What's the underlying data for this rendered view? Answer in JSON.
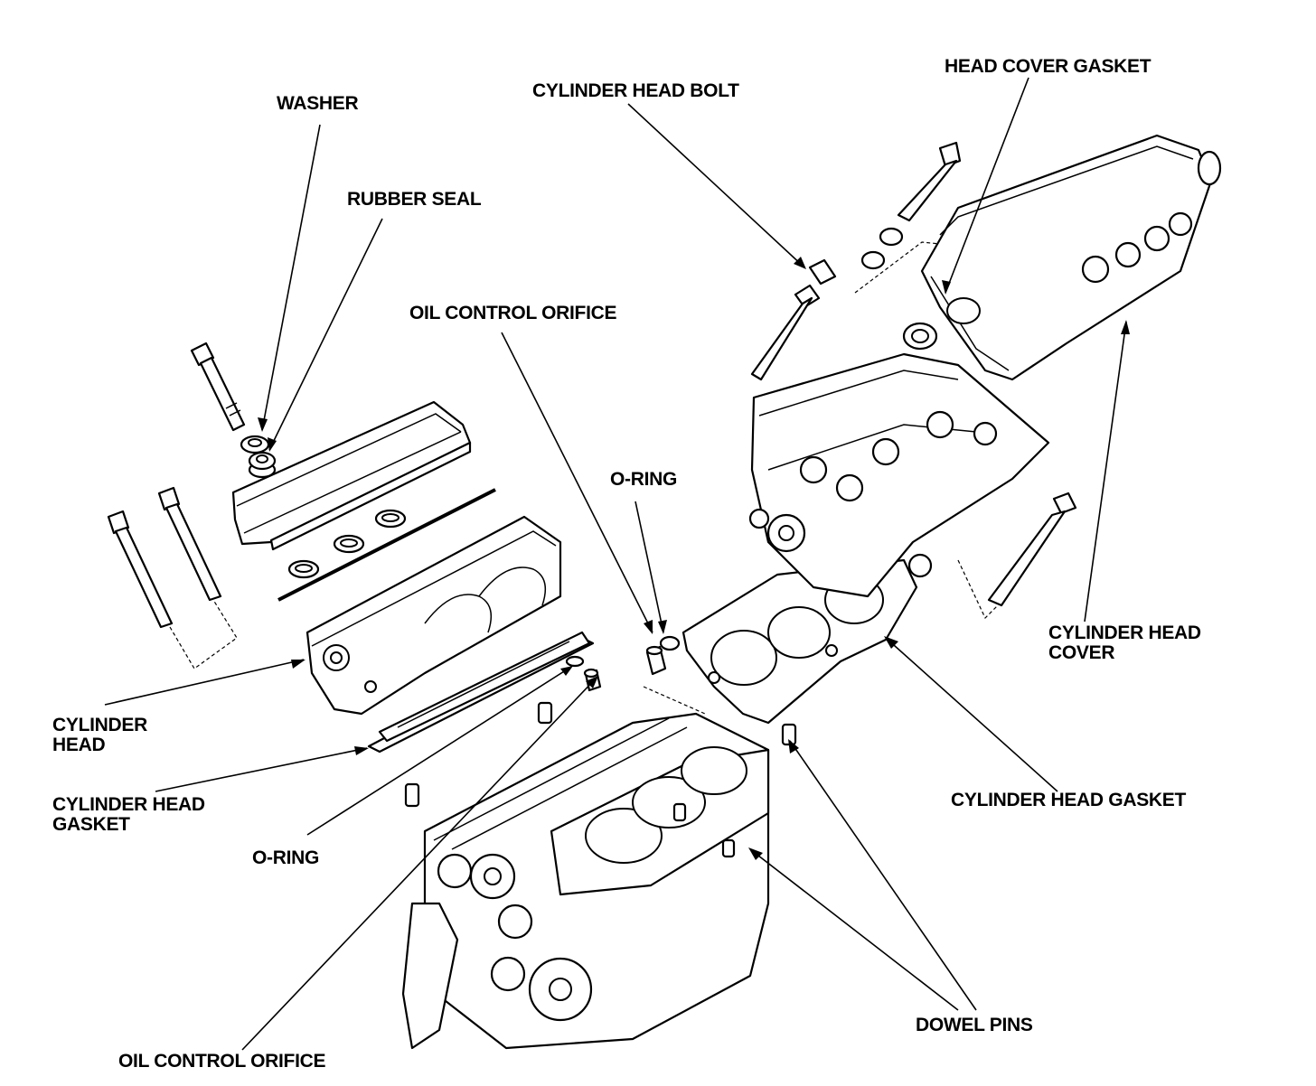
{
  "labels": {
    "washer": "WASHER",
    "rubber_seal": "RUBBER SEAL",
    "oil_control_orifice_top": "OIL CONTROL ORIFICE",
    "cylinder_head_bolt": "CYLINDER HEAD BOLT",
    "head_cover_gasket": "HEAD COVER GASKET",
    "o_ring_top": "O-RING",
    "cylinder_head_cover_line1": "CYLINDER HEAD",
    "cylinder_head_cover_line2": "COVER",
    "cylinder_head_line1": "CYLINDER",
    "cylinder_head_line2": "HEAD",
    "cylinder_head_gasket_left_line1": "CYLINDER HEAD",
    "cylinder_head_gasket_left_line2": "GASKET",
    "o_ring_bottom": "O-RING",
    "cylinder_head_gasket_right": "CYLINDER HEAD GASKET",
    "dowel_pins": "DOWEL PINS",
    "oil_control_orifice_bottom": "OIL CONTROL ORIFICE"
  }
}
